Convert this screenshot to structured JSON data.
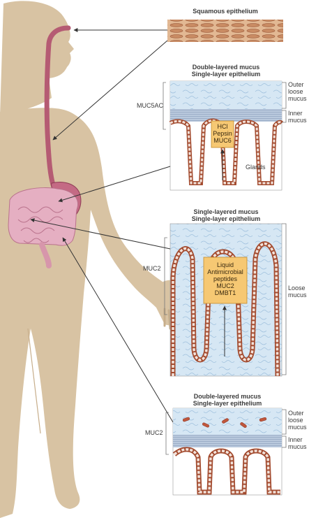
{
  "colors": {
    "skin": "#d8c3a3",
    "skin_shadow": "#c7ae8b",
    "esophagus": "#b55b73",
    "stomach": "#c46a84",
    "intestine": "#dfa3b8",
    "mucus_blue": "#cfe2f1",
    "inner_mucus": "#9fb4cf",
    "cell_outline": "#a34b2f",
    "cell_fill": "#f2e2da",
    "secretion_box": "#f6c873",
    "arrow": "#333333"
  },
  "panels": {
    "esophagus": {
      "title": "Squamous epithelium"
    },
    "stomach": {
      "title_line1": "Double-layered mucus",
      "title_line2": "Single-layer epithelium",
      "left_label": "MUC5AC",
      "outer_label": [
        "Outer",
        "loose",
        "mucus"
      ],
      "inner_label": [
        "Inner",
        "mucus"
      ],
      "box_lines": [
        "HCl",
        "Pepsin",
        "MUC6"
      ],
      "glands_label": "Glands"
    },
    "small_intestine": {
      "title_line1": "Single-layered mucus",
      "title_line2": "Single-layer epithelium",
      "left_label": "MUC2",
      "right_label": [
        "Loose",
        "mucus"
      ],
      "box_lines": [
        "Liquid",
        "Antimicrobial",
        "peptides",
        "MUC2",
        "DMBT1"
      ]
    },
    "colon": {
      "title_line1": "Double-layered mucus",
      "title_line2": "Single-layer epithelium",
      "left_label": "MUC2",
      "outer_label": [
        "Outer",
        "loose",
        "mucus"
      ],
      "inner_label": [
        "Inner",
        "mucus"
      ]
    }
  }
}
